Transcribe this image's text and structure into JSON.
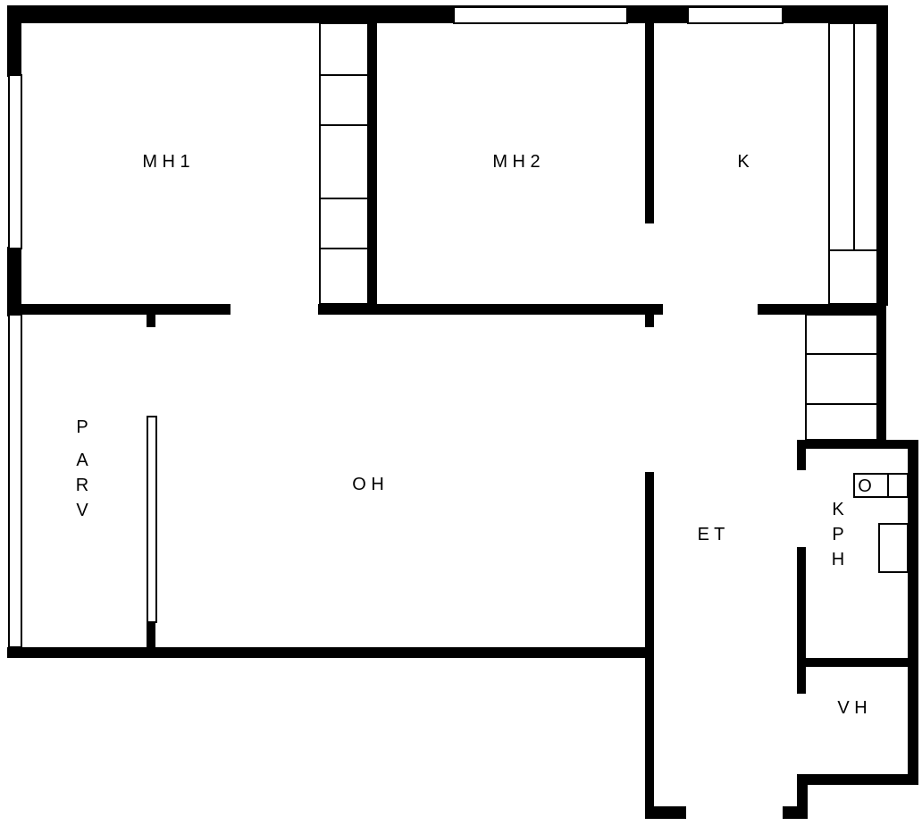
{
  "rooms": {
    "mh1": "M H 1",
    "mh2": "M H 2",
    "k": "K",
    "oh": "O H",
    "et": "E T",
    "vh": "V H",
    "parv": [
      "P",
      "A",
      "R",
      "V"
    ],
    "kph": [
      "K",
      "P",
      "H"
    ],
    "o": "O"
  },
  "colors": {
    "wall": "#000000",
    "fixture_fill": "#ffffff",
    "fixture_stroke": "#000000"
  }
}
